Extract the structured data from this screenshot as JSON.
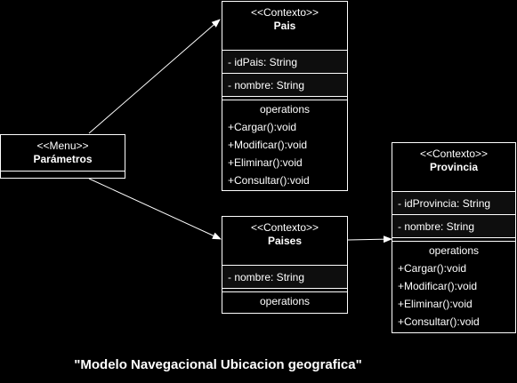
{
  "menu": {
    "stereotype": "<<Menu>>",
    "name": "Parámetros"
  },
  "pais": {
    "stereotype": "<<Contexto>>",
    "name": "Pais",
    "attributes": [
      "- idPais: String",
      "- nombre: String"
    ],
    "operations_label": "operations",
    "operations": [
      "+Cargar():void",
      "+Modificar():void",
      "+Eliminar():void",
      "+Consultar():void"
    ]
  },
  "paises": {
    "stereotype": "<<Contexto>>",
    "name": "Paises",
    "attributes": [
      "- nombre: String"
    ],
    "operations_label": "operations"
  },
  "provincia": {
    "stereotype": "<<Contexto>>",
    "name": "Provincia",
    "attributes": [
      "- idProvincia: String",
      "- nombre: String"
    ],
    "operations_label": "operations",
    "operations": [
      "+Cargar():void",
      "+Modificar():void",
      "+Eliminar():void",
      "+Consultar():void"
    ]
  },
  "caption": "\"Modelo Navegacional Ubicacion geografica\""
}
